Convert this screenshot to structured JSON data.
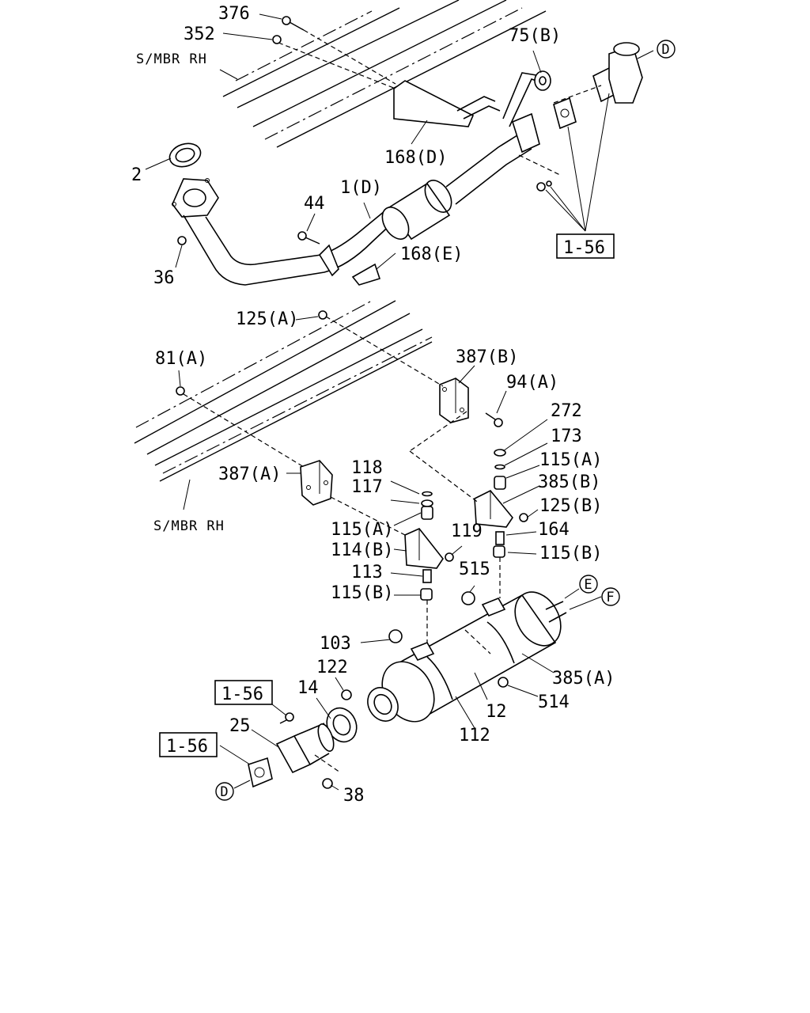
{
  "labels": {
    "l376": "376",
    "l352": "352",
    "l75b": "75(B)",
    "lD1": "D",
    "smbr_top": "S/MBR RH",
    "l168d": "168(D)",
    "l2": "2",
    "l1d": "1(D)",
    "l44": "44",
    "l168e": "168(E)",
    "l36": "36",
    "ref156_a": "1-56",
    "l125a": "125(A)",
    "l387b": "387(B)",
    "l81a": "81(A)",
    "l94a": "94(A)",
    "l272": "272",
    "l173": "173",
    "l115a_r": "115(A)",
    "l118": "118",
    "l387a": "387(A)",
    "l117": "117",
    "l385b": "385(B)",
    "l125b": "125(B)",
    "smbr_bot": "S/MBR RH",
    "l115a_l": "115(A)",
    "l164": "164",
    "l119": "119",
    "l114b": "114(B)",
    "l115b_r": "115(B)",
    "l113": "113",
    "l515": "515",
    "l115b_l": "115(B)",
    "lE": "E",
    "lF": "F",
    "l103": "103",
    "l122": "122",
    "l385a": "385(A)",
    "ref156_b": "1-56",
    "l14": "14",
    "l514": "514",
    "l12": "12",
    "l25": "25",
    "l112": "112",
    "ref156_c": "1-56",
    "lD2": "D",
    "l38": "38"
  }
}
